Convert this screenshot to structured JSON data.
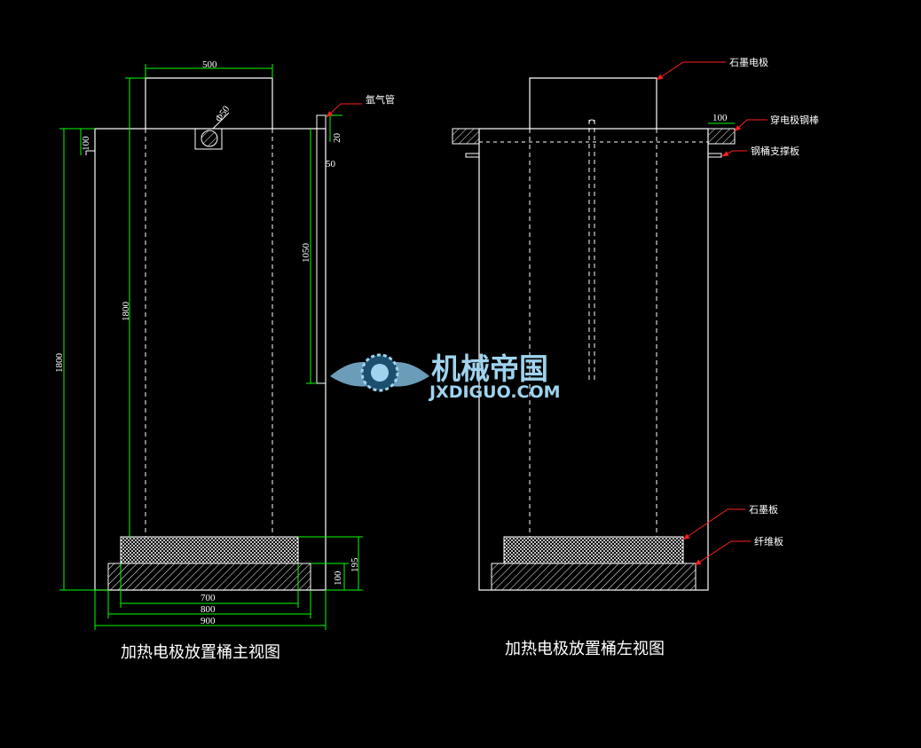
{
  "front_view": {
    "title": "加热电极放置桶主视图",
    "dims": {
      "top_width": "500",
      "hole_dia": "Φ50",
      "flange_height": "100",
      "inner_height": "1800",
      "total_height": "1800",
      "pipe_top": "20",
      "pipe_offset": "50",
      "pipe_length": "1050",
      "base_height": "195",
      "fiber_height": "100",
      "width_700": "700",
      "width_800": "800",
      "width_900": "900"
    },
    "labels": {
      "argon_pipe": "氩气管"
    }
  },
  "side_view": {
    "title": "加热电极放置桶左视图",
    "dims": {
      "rod_length": "100"
    },
    "labels": {
      "graphite_electrode": "石墨电极",
      "steel_rod": "穿电极钢棒",
      "support_plate": "钢桶支撑板",
      "graphite_plate": "石墨板",
      "fiber_plate": "纤维板"
    }
  },
  "watermark": {
    "name": "机械帝国",
    "site": "JXDIGUO.COM"
  },
  "colors": {
    "line": "#ffffff",
    "dim": "#00ff00",
    "leader": "#ff2020",
    "accent": "#ffff00",
    "watermark": "#9fd3ee"
  }
}
